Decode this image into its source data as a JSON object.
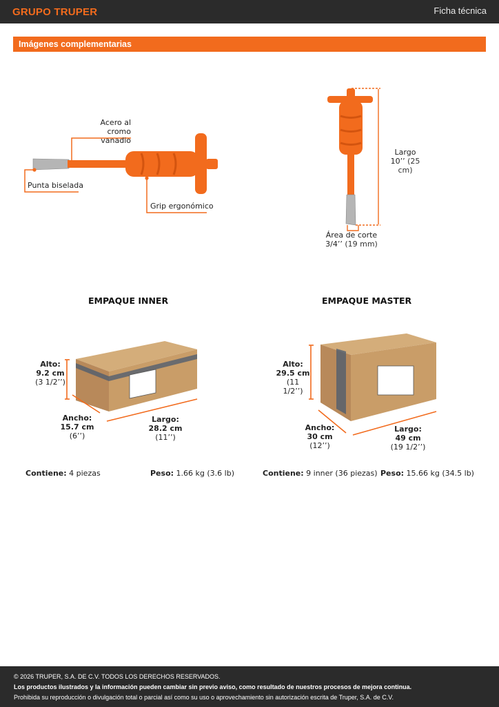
{
  "header": {
    "logo": "GRUPO TRUPER",
    "doc_type": "Ficha técnica"
  },
  "section": {
    "title": "Imágenes complementarias"
  },
  "product_callouts": {
    "material_line1": "Acero al",
    "material_line2": "cromo vanadio",
    "tip": "Punta biselada",
    "grip": "Grip ergonómico",
    "length_label": "Largo",
    "length_value": "10’’",
    "length_metric": "(25 cm)",
    "cut_label": "Área de corte",
    "cut_value": "3/4’’",
    "cut_metric": "(19 mm)"
  },
  "inner": {
    "title": "EMPAQUE INNER",
    "alto_label": "Alto:",
    "alto_cm": "9.2 cm",
    "alto_in": "(3 1/2’’)",
    "ancho_label": "Ancho:",
    "ancho_cm": "15.7 cm",
    "ancho_in": "(6’’)",
    "largo_label": "Largo:",
    "largo_cm": "28.2 cm",
    "largo_in": "(11’’)",
    "contiene_label": "Contiene:",
    "contiene_value": "4 piezas",
    "peso_label": "Peso:",
    "peso_value": "1.66 kg (3.6 lb)"
  },
  "master": {
    "title": "EMPAQUE MASTER",
    "alto_label": "Alto:",
    "alto_cm": "29.5 cm",
    "alto_in": "(11 1/2’’)",
    "ancho_label": "Ancho:",
    "ancho_cm": "30 cm",
    "ancho_in": "(12’’)",
    "largo_label": "Largo:",
    "largo_cm": "49 cm",
    "largo_in": "(19 1/2’’)",
    "contiene_label": "Contiene:",
    "contiene_value": "9 inner (36 piezas)",
    "peso_label": "Peso:",
    "peso_value": "15.66 kg (34.5 lb)"
  },
  "footer": {
    "copyright": "© 2026 TRUPER, S.A. DE C.V. TODOS LOS DERECHOS RESERVADOS.",
    "notice": "Los productos ilustrados y la información pueden cambiar sin previo aviso, como resultado de nuestros procesos de mejora continua.",
    "legal": "Prohibida su reproducción o divulgación total o parcial así como su uso o aprovechamiento sin autorización escrita de Truper, S.A. de C.V."
  },
  "colors": {
    "brand_orange": "#f26b1d",
    "dark_bar": "#2b2b2b",
    "box_brown": "#c9a16e"
  }
}
